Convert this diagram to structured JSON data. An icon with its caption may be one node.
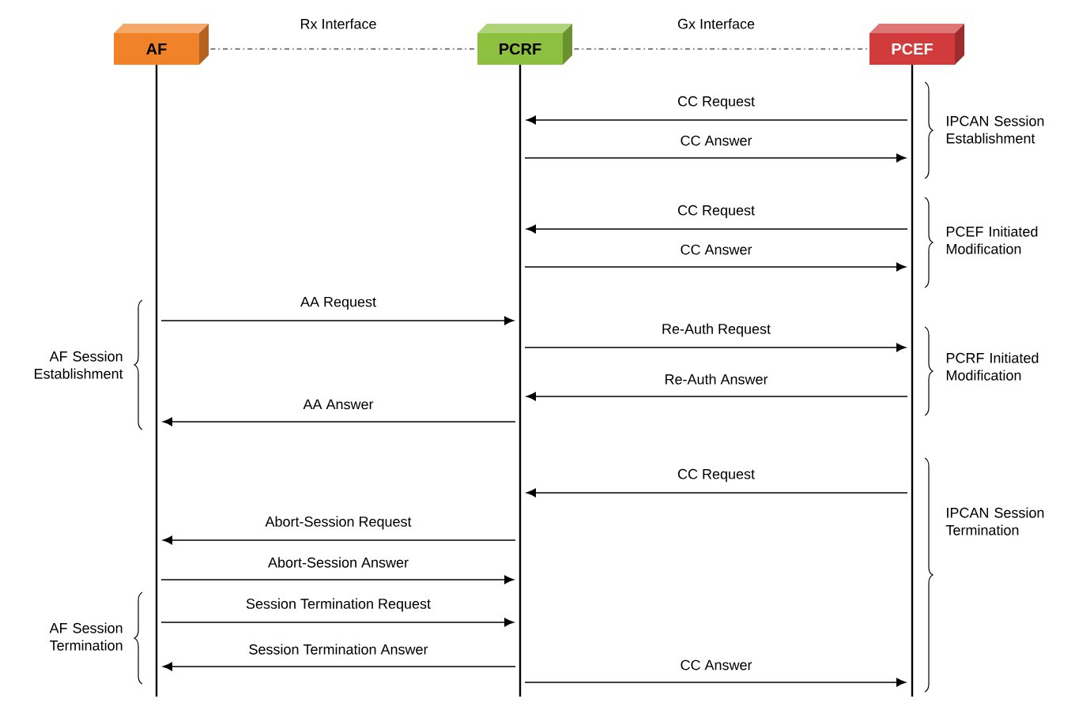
{
  "diagram": {
    "nodes": [
      {
        "text": [
          "AF"
        ]
      },
      {
        "text": [
          "PCRF"
        ]
      },
      {
        "text": [
          "PCEF"
        ]
      },
      {
        "text": [],
        "shape": "line"
      },
      {
        "text": [],
        "shape": "line"
      },
      {
        "text": [],
        "shape": "line"
      }
    ],
    "edges": [
      {
        "from": 0,
        "to": 1,
        "arrow": "none",
        "label": "Rx Interface",
        "style": "dashed"
      },
      {
        "from": 1,
        "to": 2,
        "arrow": "none",
        "label": "Gx Interface",
        "style": "dashed"
      },
      {
        "from": 5,
        "to": 4,
        "arrow": "to",
        "label": "CC Request"
      },
      {
        "from": 4,
        "to": 5,
        "arrow": "to",
        "label": "CC Answer"
      },
      {
        "from": 5,
        "to": 4,
        "arrow": "to",
        "label": "CC Request"
      },
      {
        "from": 4,
        "to": 5,
        "arrow": "to",
        "label": "CC Answer"
      },
      {
        "from": 3,
        "to": 4,
        "arrow": "to",
        "label": "AA Request"
      },
      {
        "from": 4,
        "to": 5,
        "arrow": "to",
        "label": "Re-Auth Request"
      },
      {
        "from": 5,
        "to": 4,
        "arrow": "to",
        "label": "Re-Auth Answer"
      },
      {
        "from": 4,
        "to": 3,
        "arrow": "to",
        "label": "AA Answer"
      },
      {
        "from": 5,
        "to": 4,
        "arrow": "to",
        "label": "CC Request"
      },
      {
        "from": 4,
        "to": 3,
        "arrow": "to",
        "label": "Abort-Session  Request"
      },
      {
        "from": 3,
        "to": 4,
        "arrow": "to",
        "label": "Abort-Session  Answer"
      },
      {
        "from": 3,
        "to": 4,
        "arrow": "to",
        "label": "Session Termination  Request"
      },
      {
        "from": 4,
        "to": 3,
        "arrow": "to",
        "label": "Session Termination  Answer"
      },
      {
        "from": 4,
        "to": 5,
        "arrow": "to",
        "label": "CC Answer"
      }
    ],
    "labels": [
      "IPCAN Session Establishment",
      "PCEF Initiated Modification",
      "AF Session Establishment",
      "PCRF Initiated Modification",
      "IPCAN Session Termination",
      "AF Session Termination"
    ]
  }
}
